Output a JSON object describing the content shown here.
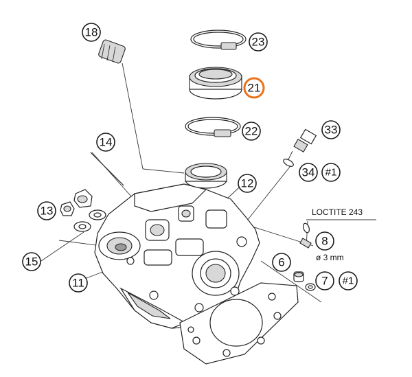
{
  "diagram": {
    "callouts": {
      "c18": "18",
      "c23": "23",
      "c21": "21",
      "c22": "22",
      "c14": "14",
      "c33": "33",
      "c34": "34",
      "c34b": "#1",
      "c12": "12",
      "c13": "13",
      "c8": "8",
      "c15": "15",
      "c6": "6",
      "c7": "7",
      "c7b": "#1",
      "c11": "11"
    },
    "notes": {
      "loctite": "LOCTITE 243",
      "diameter": "ø 3 mm"
    },
    "highlight_color": "#e8731a"
  }
}
